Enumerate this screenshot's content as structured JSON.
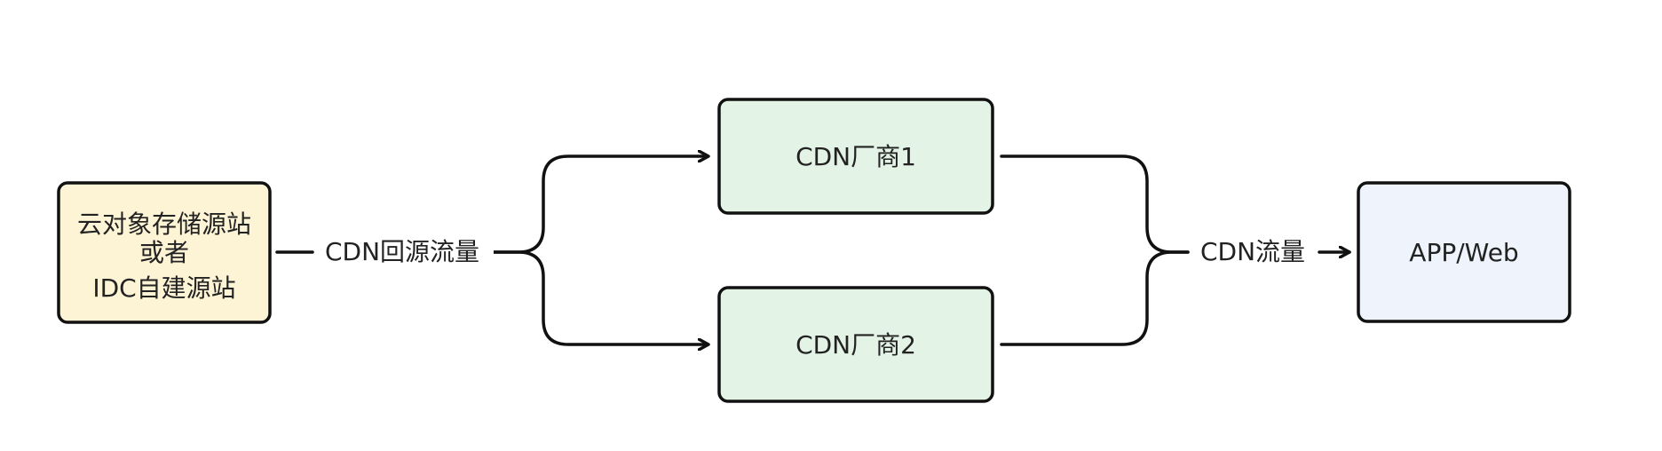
{
  "nodes": {
    "source": {
      "lines": [
        "云对象存储源站",
        "或者",
        "IDC自建源站"
      ],
      "fill": "#fdf3d5"
    },
    "cdn1": {
      "label": "CDN厂商1",
      "fill": "#e3f3e6"
    },
    "cdn2": {
      "label": "CDN厂商2",
      "fill": "#e3f3e6"
    },
    "client": {
      "label": "APP/Web",
      "fill": "#eff3fb"
    }
  },
  "edges": {
    "origin_traffic": "CDN回源流量",
    "cdn_traffic": "CDN流量"
  },
  "colors": {
    "stroke": "#111111",
    "text": "#222222"
  }
}
